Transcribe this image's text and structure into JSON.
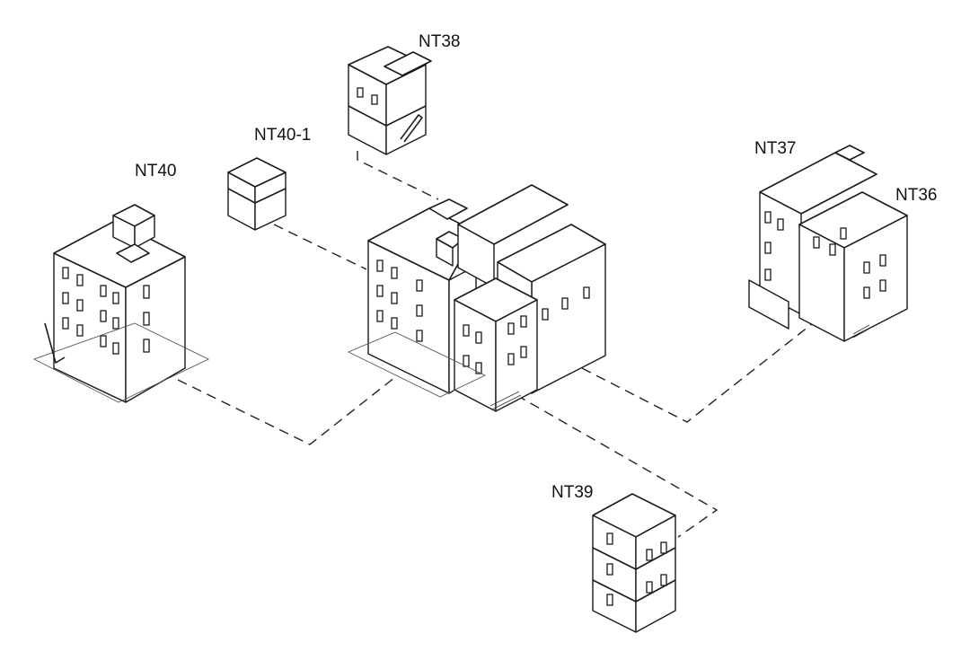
{
  "labels": {
    "nt38": "NT38",
    "nt40_1": "NT40-1",
    "nt40": "NT40",
    "nt37": "NT37",
    "nt36": "NT36",
    "nt39": "NT39"
  },
  "colors": {
    "line": "#1a1a1a",
    "background": "#ffffff"
  }
}
